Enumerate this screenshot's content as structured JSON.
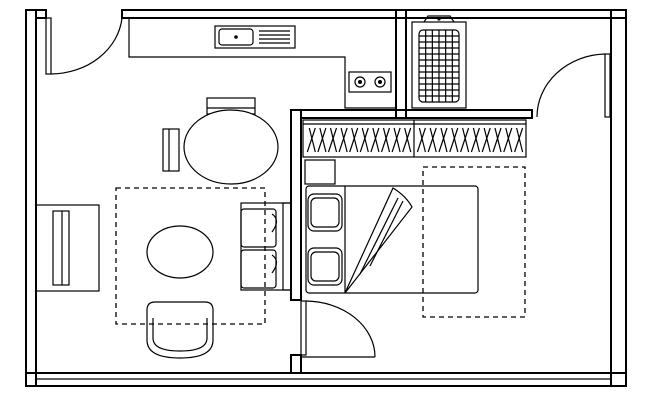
{
  "diagram": {
    "type": "floor-plan",
    "background": "#ffffff",
    "line_color": "#000000",
    "rooms": [
      "living-dining",
      "kitchenette",
      "bathroom",
      "bedroom"
    ],
    "furniture": [
      "kitchen-counter",
      "kitchen-sink",
      "cooktop",
      "bathtub",
      "dining-table",
      "dining-chair",
      "tv-cabinet",
      "coffee-table",
      "lounge-chair",
      "sofa",
      "wardrobe",
      "nightstand",
      "double-bed",
      "bedroom-rug",
      "living-rug"
    ],
    "doors": [
      "entry-door",
      "bathroom-door",
      "bedroom-door"
    ]
  }
}
